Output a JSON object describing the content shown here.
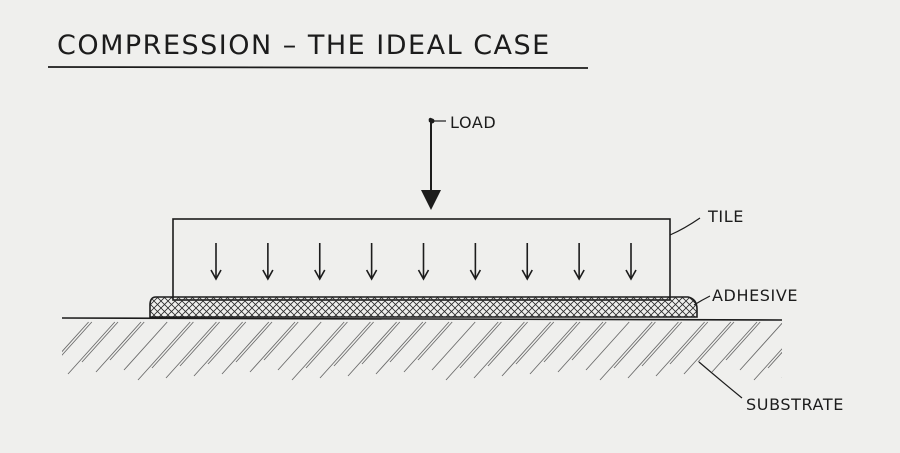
{
  "title": "COMPRESSION – THE IDEAL CASE",
  "labels": {
    "load": "LOAD",
    "tile": "TILE",
    "adhesive": "ADHESIVE",
    "substrate": "SUBSTRATE"
  },
  "internal_arrow_count": 9,
  "colors": {
    "paper": "#efefed",
    "ink": "#1c1c1c"
  }
}
